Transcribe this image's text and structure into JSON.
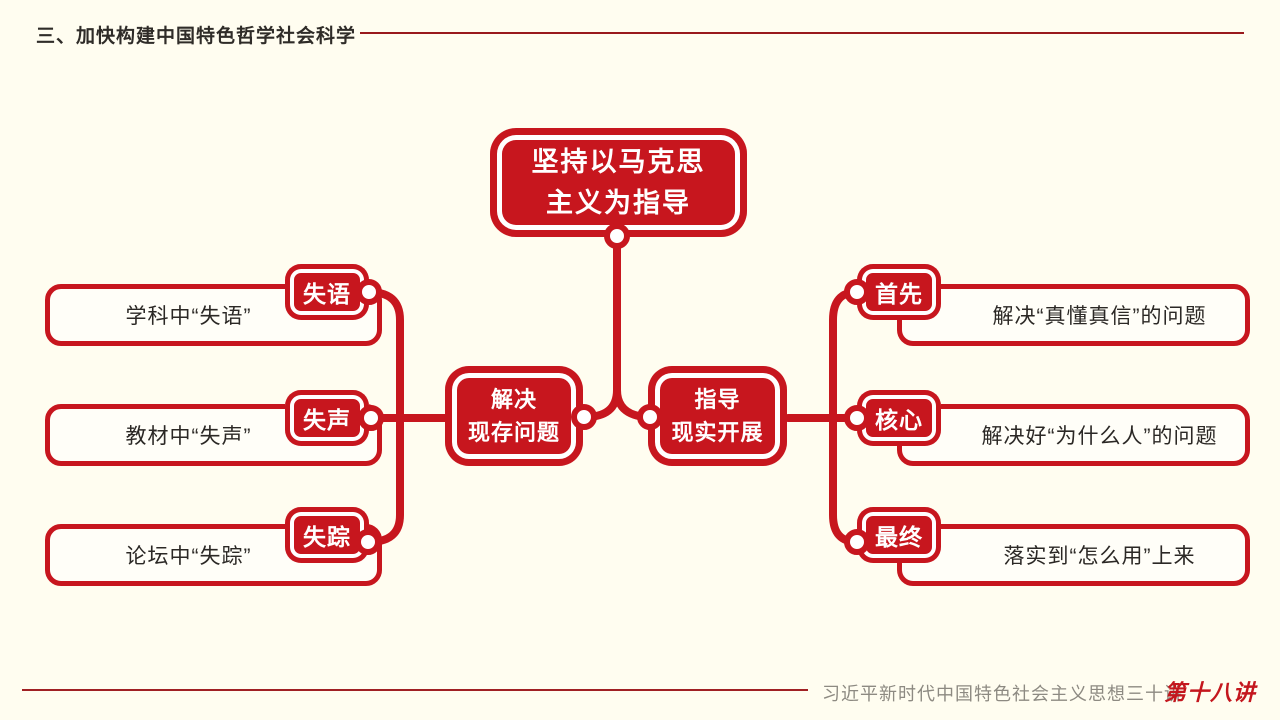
{
  "header": {
    "title": "三、加快构建中国特色哲学社会科学"
  },
  "mindmap": {
    "root": {
      "line1": "坚持以马克思",
      "line2": "主义为指导"
    },
    "hub_left": {
      "line1": "解决",
      "line2": "现存问题"
    },
    "hub_right": {
      "line1": "指导",
      "line2": "现实开展"
    },
    "left_branches": [
      {
        "badge": "失语",
        "text": "学科中“失语”"
      },
      {
        "badge": "失声",
        "text": "教材中“失声”"
      },
      {
        "badge": "失踪",
        "text": "论坛中“失踪”"
      }
    ],
    "right_branches": [
      {
        "badge": "首先",
        "text": "解决“真懂真信”的问题"
      },
      {
        "badge": "核心",
        "text": "解决好“为什么人”的问题"
      },
      {
        "badge": "最终",
        "text": "落实到“怎么用”上来"
      }
    ]
  },
  "footer": {
    "series": "习近平新时代中国特色社会主义思想三十讲",
    "lecture": "第十八讲"
  },
  "colors": {
    "node_red": "#c7161e",
    "rule_red": "#99191c",
    "background": "#fffdf0",
    "box_text": "#2b2825",
    "footer_gray": "#8d8a82"
  }
}
